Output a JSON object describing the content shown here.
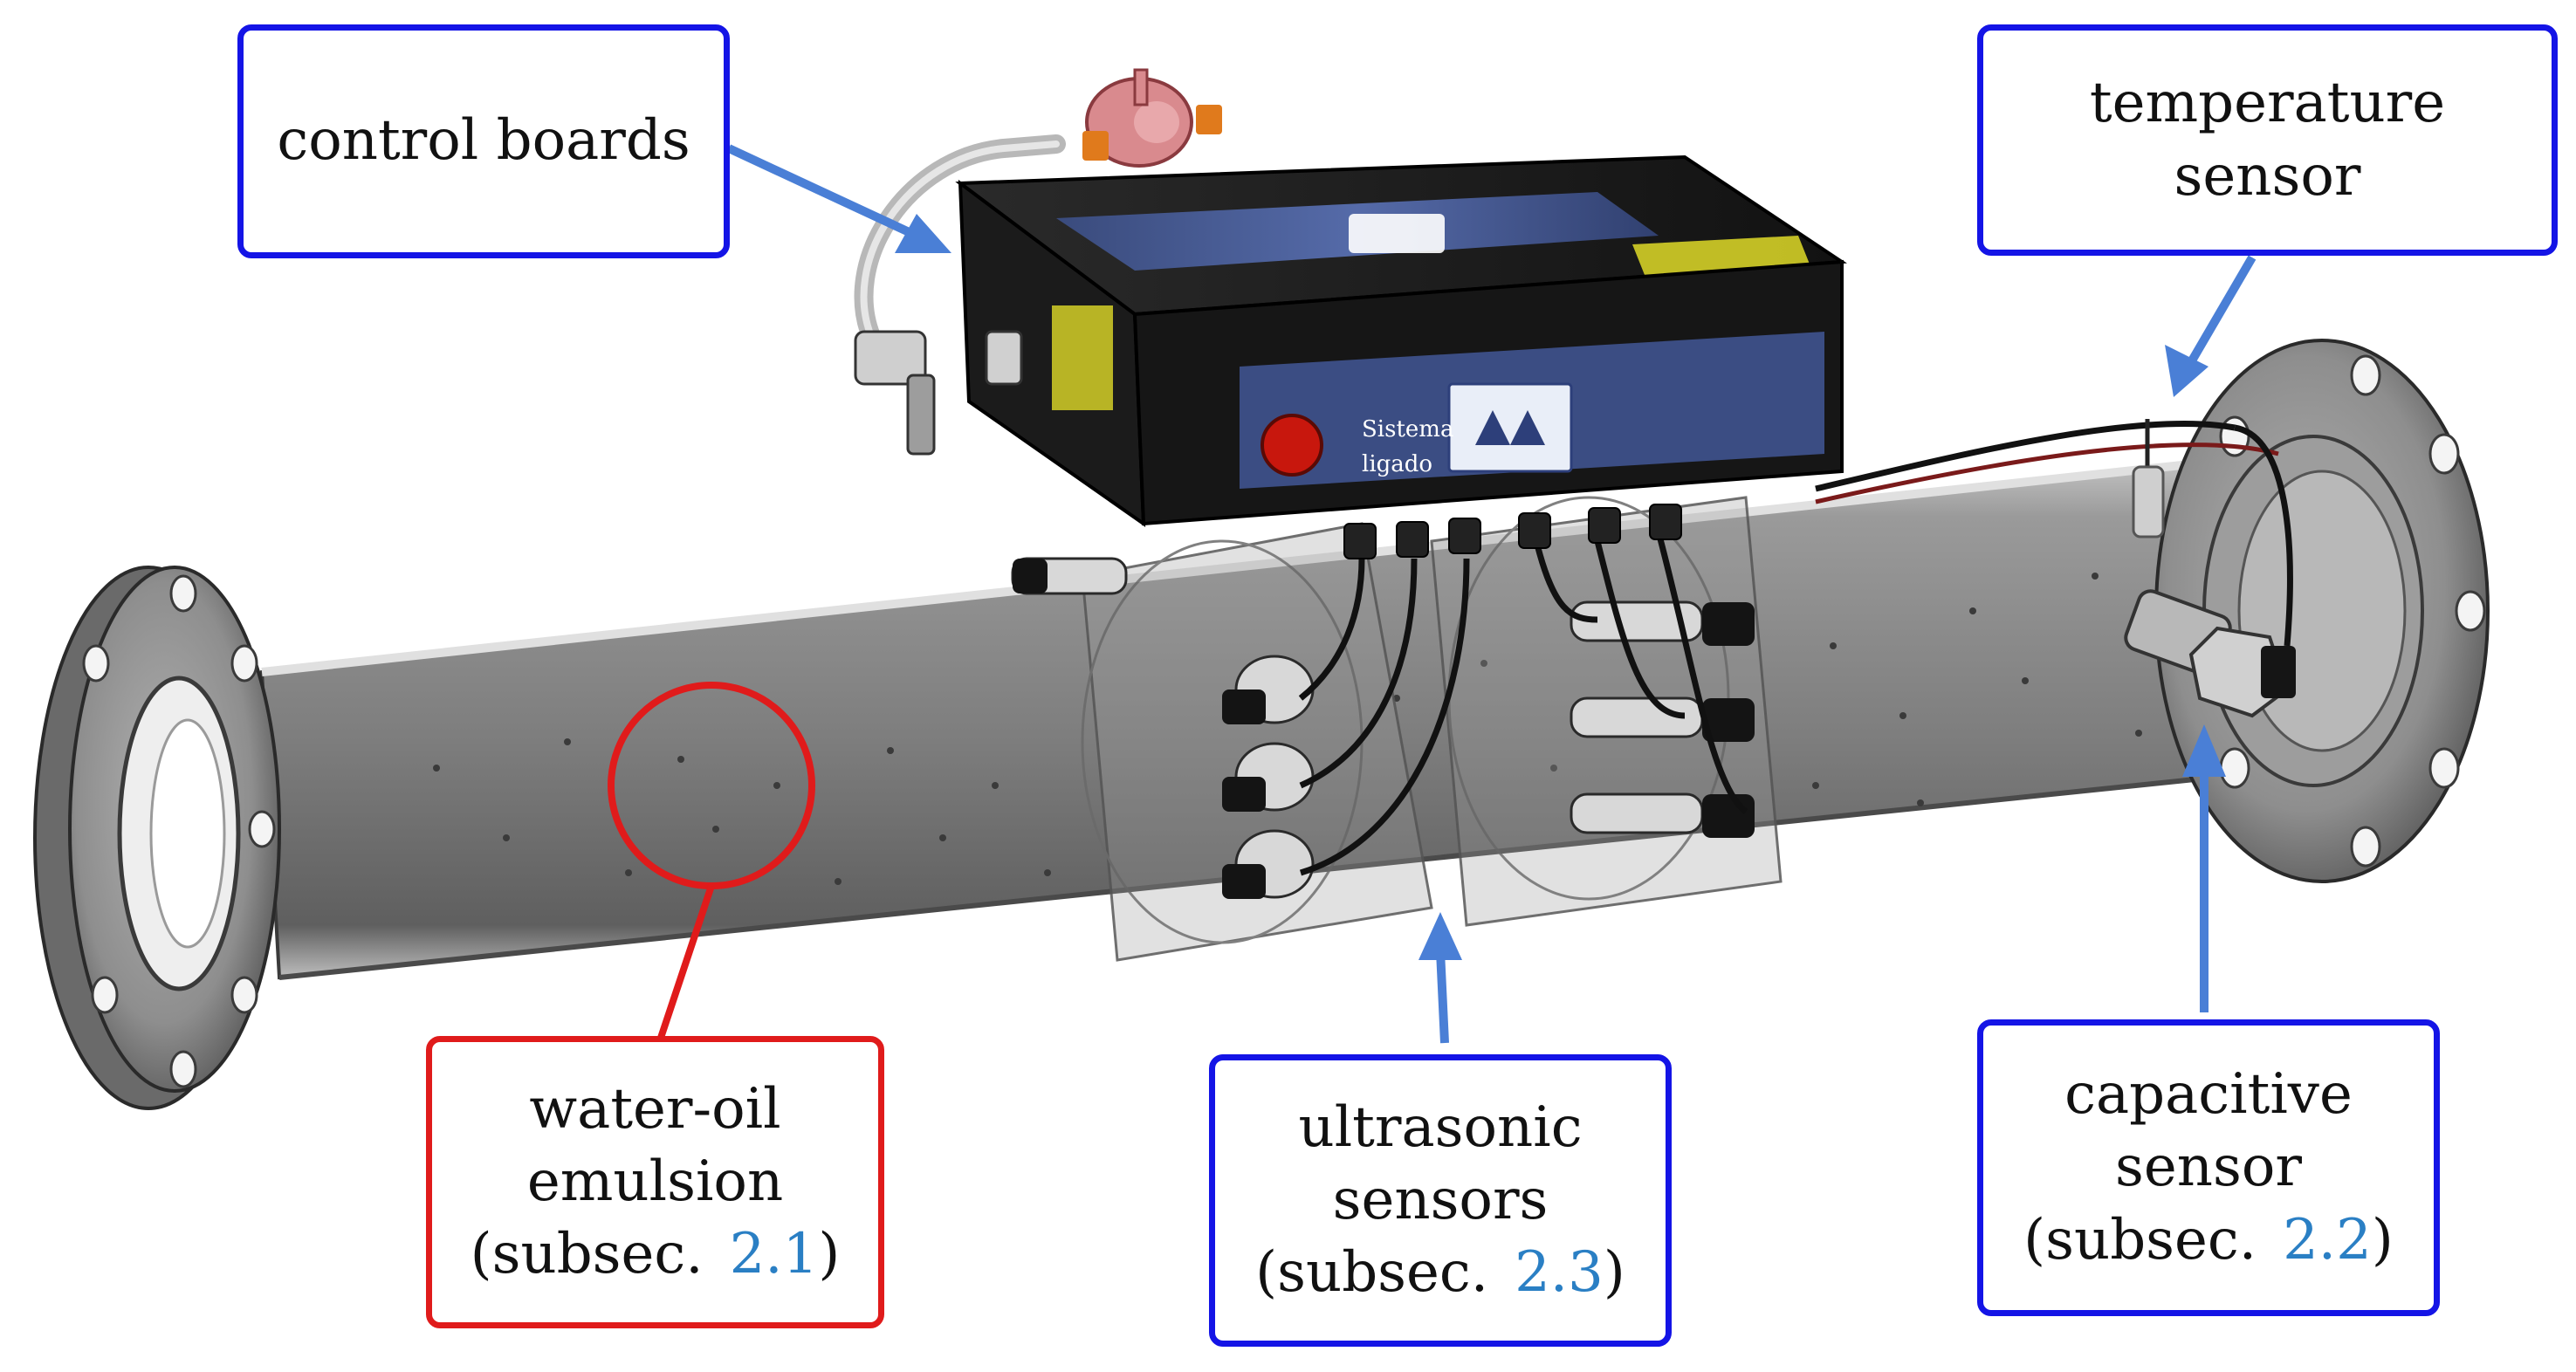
{
  "colors": {
    "callout_border_blue": "#1414e6",
    "callout_border_red": "#e01b1b",
    "arrow_blue": "#4a7fd6",
    "reference_link": "#2a7fc4",
    "pipe": "#8a8a8a",
    "box": "#1a1a1a"
  },
  "device": {
    "panel_status": [
      "Sistema",
      "ligado"
    ]
  },
  "callouts": {
    "control_boards": {
      "lines": [
        "control boards"
      ]
    },
    "temperature_sensor": {
      "lines": [
        "temperature",
        "sensor"
      ]
    },
    "water_oil_emulsion": {
      "lines": [
        "water-oil",
        "emulsion"
      ],
      "ref_prefix": "(subsec.",
      "ref": "2.1",
      "ref_suffix": ")"
    },
    "ultrasonic_sensors": {
      "lines": [
        "ultrasonic",
        "sensors"
      ],
      "ref_prefix": "(subsec.",
      "ref": "2.3",
      "ref_suffix": ")"
    },
    "capacitive_sensor": {
      "lines": [
        "capacitive",
        "sensor"
      ],
      "ref_prefix": "(subsec.",
      "ref": "2.2",
      "ref_suffix": ")"
    }
  }
}
